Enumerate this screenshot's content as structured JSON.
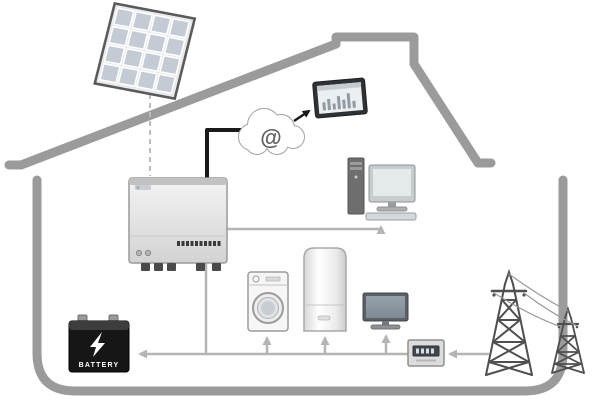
{
  "diagram": {
    "type": "home-solar-energy-system",
    "battery": {
      "label": "BATTERY"
    },
    "cloud": {
      "symbol": "@"
    },
    "components": [
      "house-outline",
      "solar-panel",
      "solar-inverter",
      "battery",
      "internet-cloud",
      "monitoring-tablet",
      "desktop-computer",
      "washing-machine",
      "refrigerator",
      "tv-monitor",
      "energy-meter",
      "utility-power-towers"
    ],
    "colors": {
      "house_outline": "#9b9b9b",
      "connector_line": "#b5b5b5",
      "data_line": "#1a1a1a",
      "solar_cell": "#c4cbd5",
      "battery_body": "#161616",
      "background": "#ffffff"
    }
  }
}
